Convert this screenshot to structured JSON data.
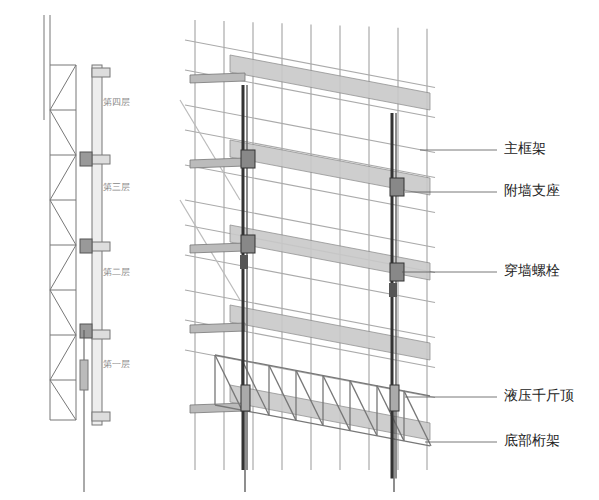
{
  "diagram": {
    "labels": [
      "第四层",
      "第三层",
      "第二层",
      "第一层",
      "主框架",
      "附墙支座",
      "穿墙螺栓",
      "液压千斤顶",
      "底部桁架"
    ]
  }
}
